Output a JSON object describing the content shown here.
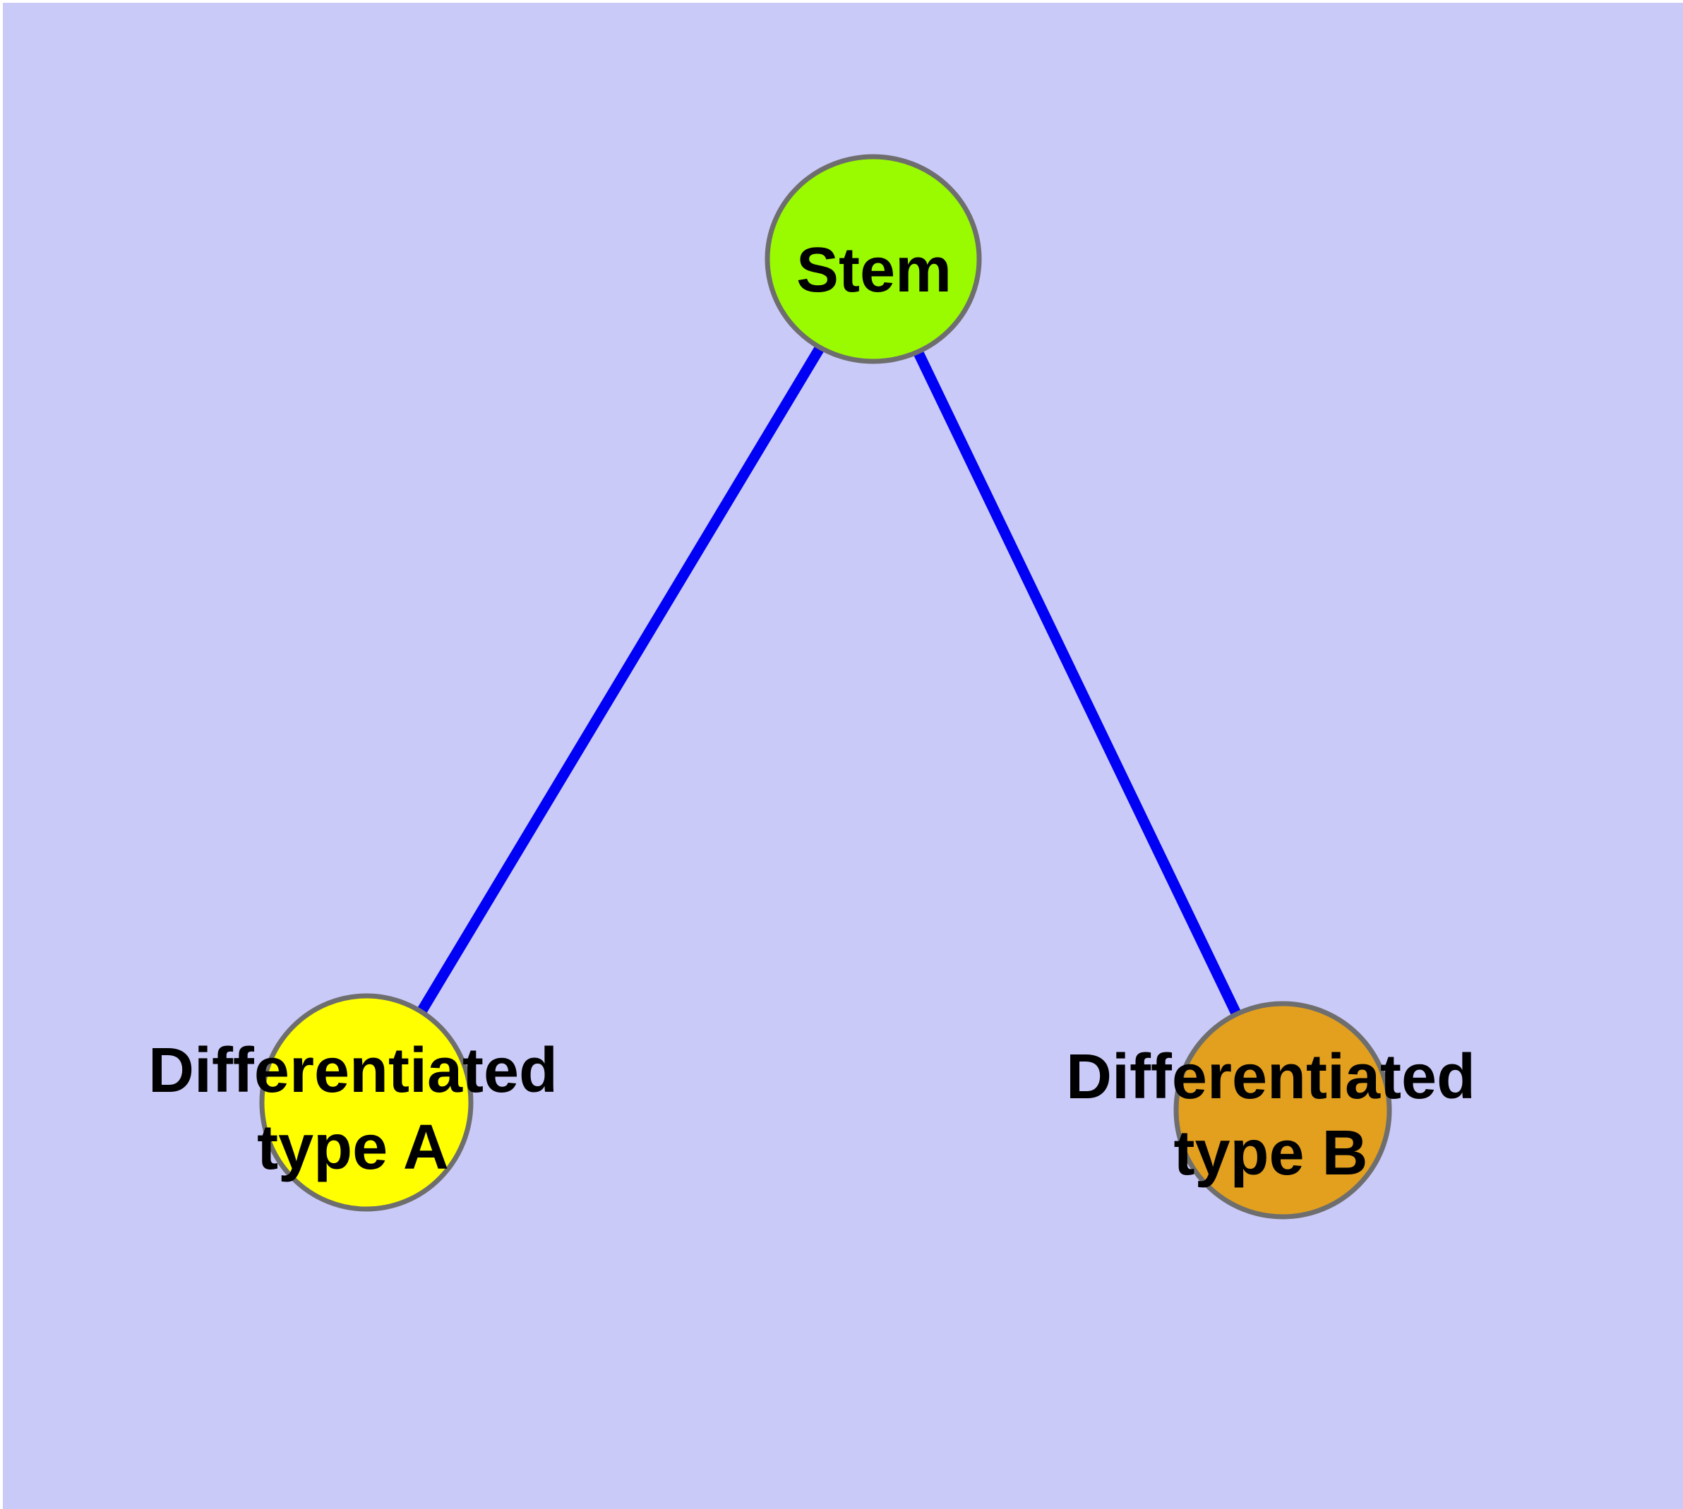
{
  "figure": {
    "type": "graph-diagram",
    "description": "Cell differentiation graph: one stem node linked to two differentiated node types",
    "background_color": "#CACAF8",
    "edge_color": "#0000F5",
    "node_border_color": "#6E6E6E",
    "label_color": "#000000",
    "nodes": [
      {
        "id": "stem",
        "label": "Stem",
        "fill": "#9AFB00"
      },
      {
        "id": "type-a",
        "label_line1": "Differentiated",
        "label_line2": "type A",
        "fill": "#FFFF00"
      },
      {
        "id": "type-b",
        "label_line1": "Differentiated",
        "label_line2": "type B",
        "fill": "#E3A01E"
      }
    ],
    "edges": [
      {
        "from": "Stem",
        "to": "Differentiated type A"
      },
      {
        "from": "Stem",
        "to": "Differentiated type B"
      }
    ]
  }
}
